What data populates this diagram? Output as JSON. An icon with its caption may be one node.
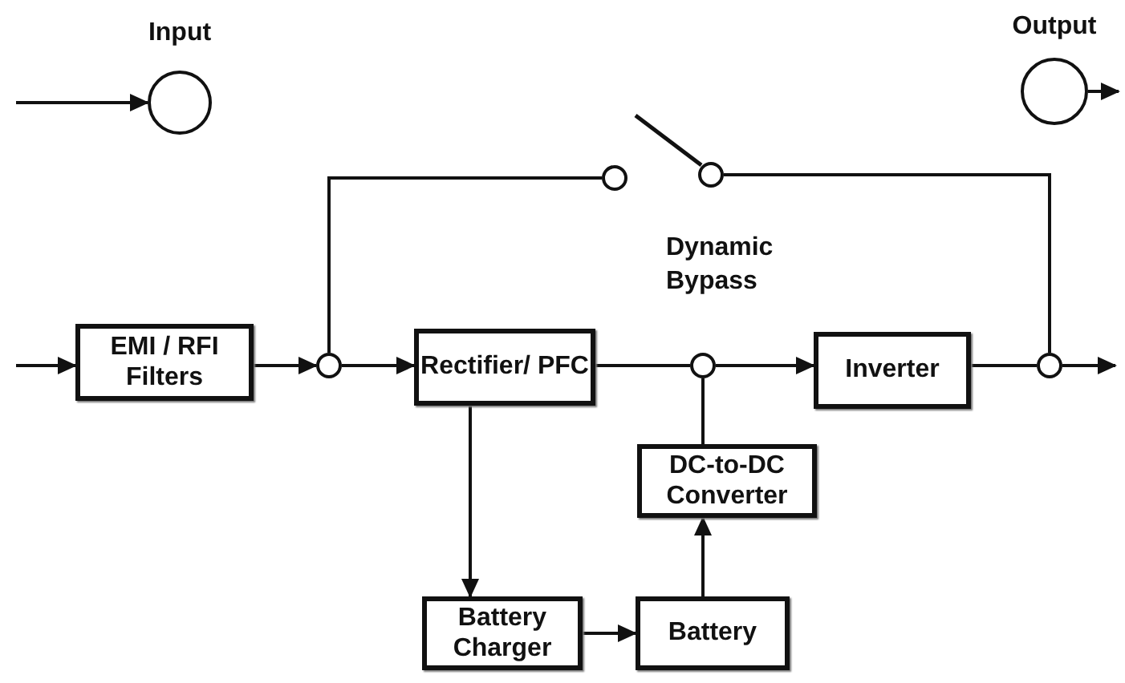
{
  "diagram": {
    "nodes": [
      {
        "text": [
          "Input"
        ]
      },
      {
        "text": [
          "Output"
        ]
      },
      {
        "text": [
          "EMI / RFI Filters"
        ]
      },
      {
        "text": [],
        "shape": "circle"
      },
      {
        "text": [
          "Rectifier/ PFC"
        ]
      },
      {
        "text": [],
        "shape": "circle"
      },
      {
        "text": [
          "Inverter"
        ]
      },
      {
        "text": [],
        "shape": "circle"
      },
      {
        "text": [],
        "shape": "circle"
      },
      {
        "text": [],
        "shape": "circle"
      },
      {
        "text": [
          "DC-to-DC Converter"
        ]
      },
      {
        "text": [
          "Battery Charger"
        ]
      },
      {
        "text": [
          "Battery"
        ]
      }
    ],
    "edges": [
      {
        "from": null,
        "to": 0,
        "arrow": "to"
      },
      {
        "from": 1,
        "to": null,
        "arrow": "to"
      },
      {
        "from": null,
        "to": 2,
        "arrow": "to"
      },
      {
        "from": 2,
        "to": 3,
        "arrow": "to"
      },
      {
        "from": 3,
        "to": 4,
        "arrow": "to"
      },
      {
        "from": 3,
        "to": 8,
        "arrow": "none"
      },
      {
        "from": 4,
        "to": 5,
        "arrow": "none"
      },
      {
        "from": 5,
        "to": 6,
        "arrow": "to"
      },
      {
        "from": 6,
        "to": 7,
        "arrow": "none"
      },
      {
        "from": 7,
        "to": null,
        "arrow": "to"
      },
      {
        "from": 9,
        "to": 7,
        "arrow": "none"
      },
      {
        "from": 4,
        "to": 11,
        "arrow": "to"
      },
      {
        "from": 11,
        "to": 12,
        "arrow": "to"
      },
      {
        "from": 12,
        "to": 10,
        "arrow": "to"
      },
      {
        "from": 10,
        "to": 5,
        "arrow": "none"
      }
    ],
    "labels": [
      "Dynamic Bypass"
    ]
  }
}
